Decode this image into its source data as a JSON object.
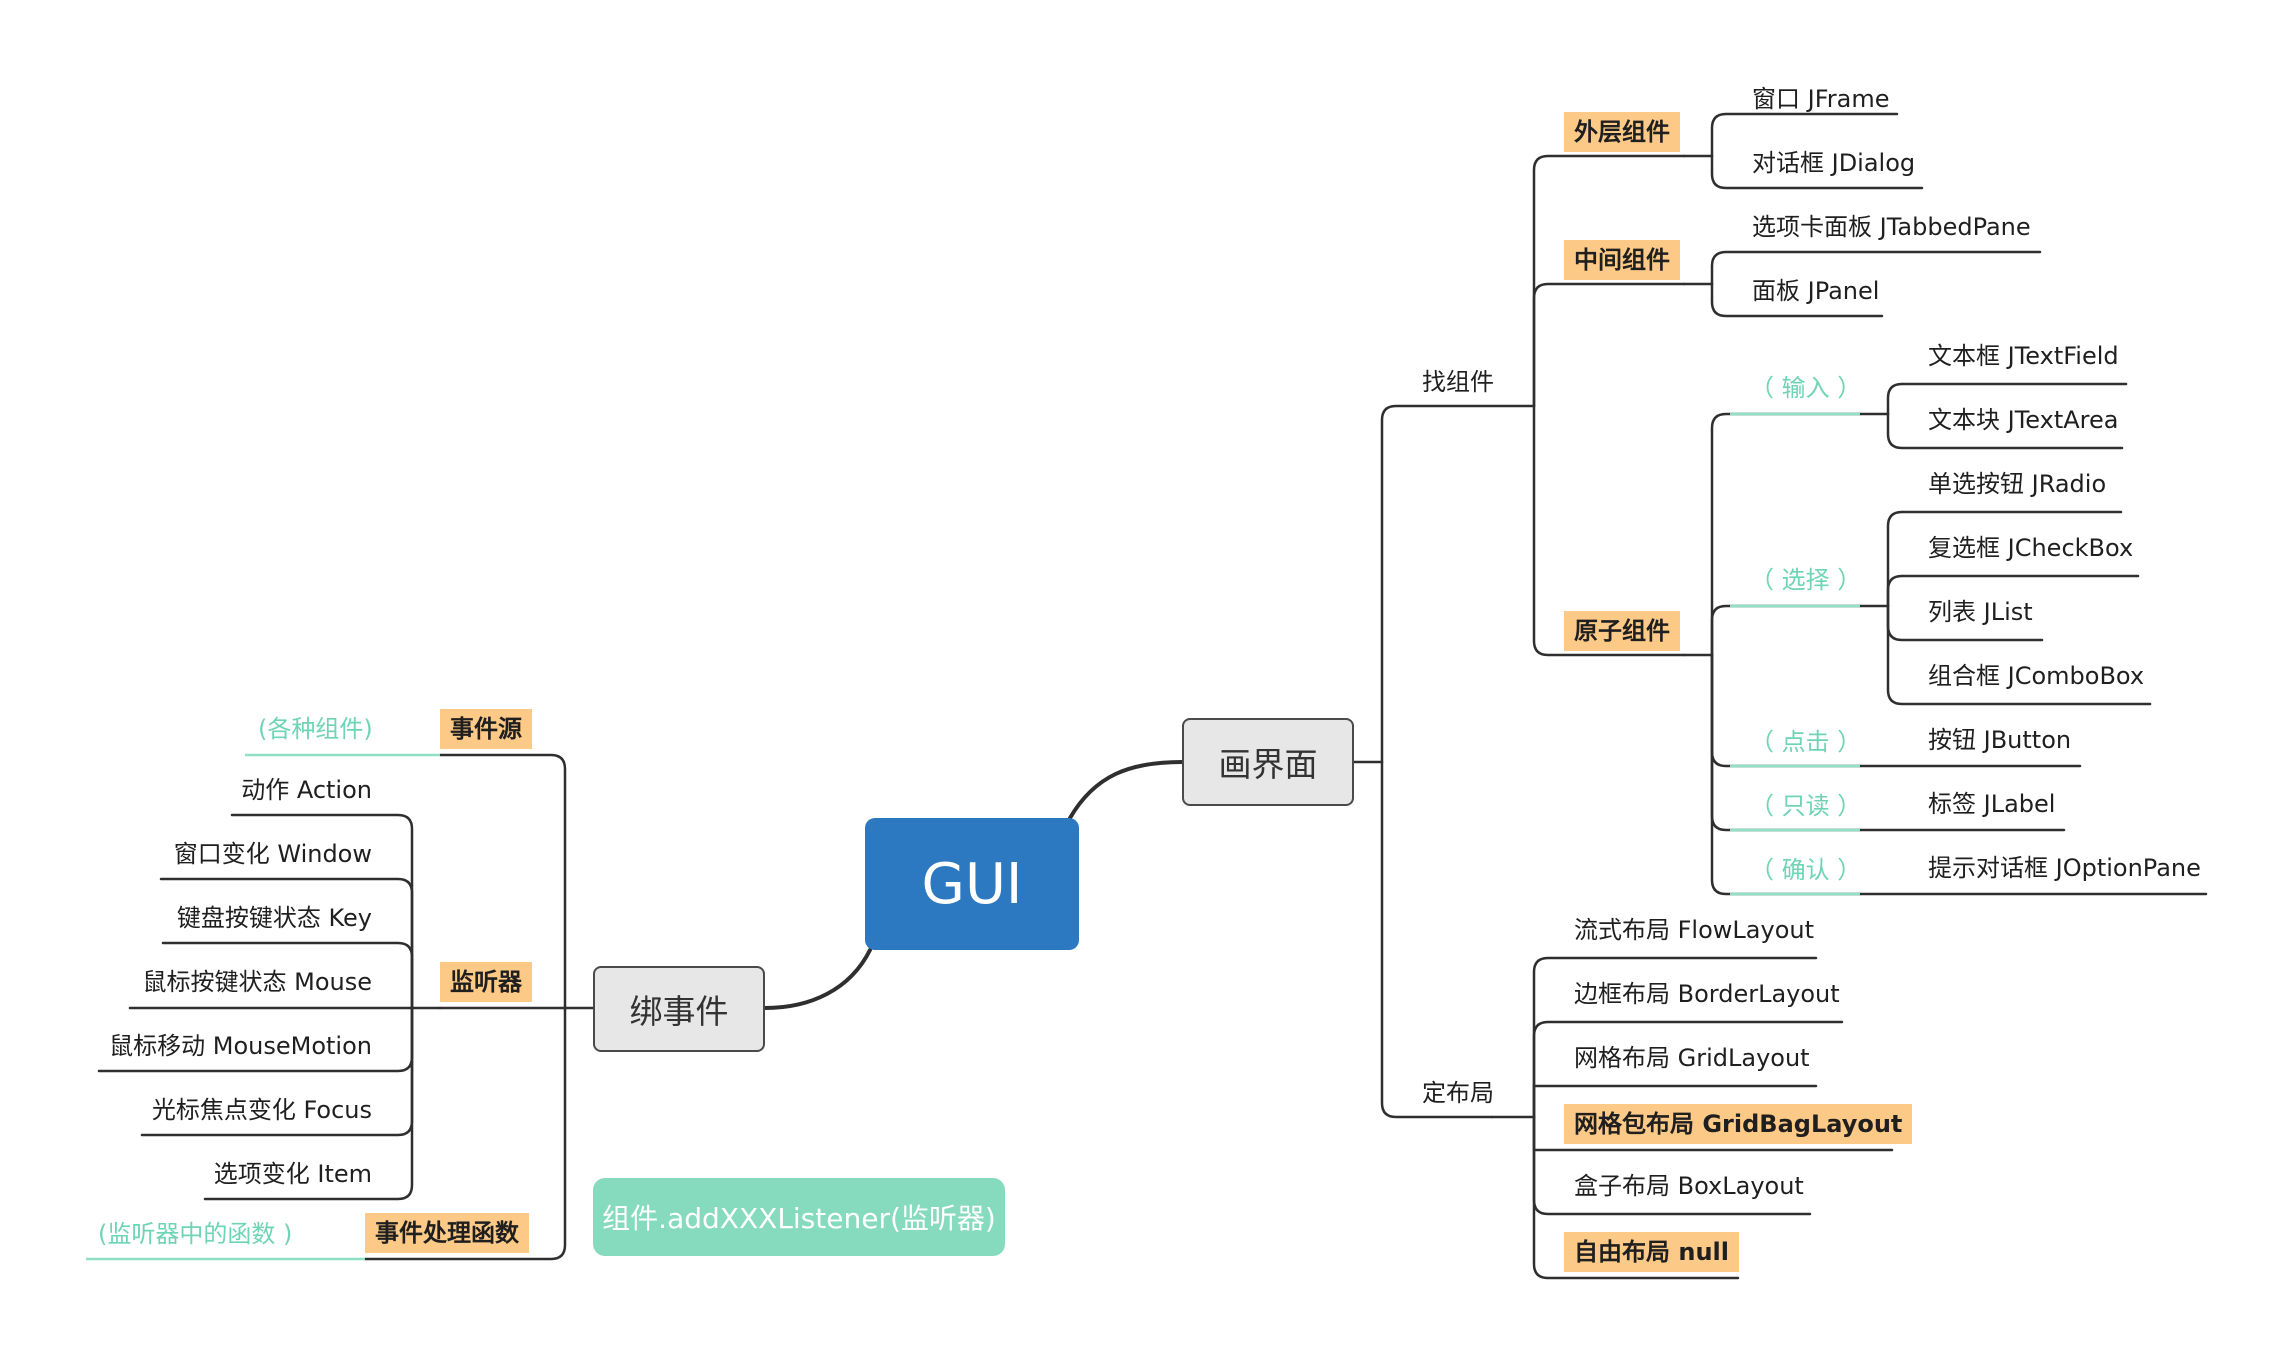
{
  "root": "GUI",
  "topics": {
    "draw": "画界面",
    "bind": "绑事件"
  },
  "note": "组件.addXXXListener(监听器)",
  "find": {
    "label": "找组件",
    "outer": {
      "label": "外层组件",
      "items": [
        "窗口 JFrame",
        "对话框 JDialog"
      ]
    },
    "middle": {
      "label": "中间组件",
      "items": [
        "选项卡面板 JTabbedPane",
        "面板 JPanel"
      ]
    },
    "atomic": {
      "label": "原子组件",
      "groups": [
        {
          "label": "（ 输入 ）",
          "items": [
            "文本框 JTextField",
            "文本块 JTextArea"
          ]
        },
        {
          "label": "（ 选择 ）",
          "items": [
            "单选按钮  JRadio",
            "复选框 JCheckBox",
            "列表 JList",
            "组合框 JComboBox"
          ]
        },
        {
          "label": "（ 点击 ）",
          "items": [
            "按钮 JButton"
          ]
        },
        {
          "label": "（ 只读 ）",
          "items": [
            "标签 JLabel"
          ]
        },
        {
          "label": "（ 确认 ）",
          "items": [
            "提示对话框 JOptionPane"
          ]
        }
      ]
    }
  },
  "layout": {
    "label": "定布局",
    "items": [
      "流式布局 FlowLayout",
      "边框布局 BorderLayout",
      "网格布局 GridLayout",
      "网格包布局 GridBagLayout",
      "盒子布局 BoxLayout",
      "自由布局 null"
    ]
  },
  "events": {
    "source": {
      "label": "事件源",
      "detail": "(各种组件)"
    },
    "listener": {
      "label": "监听器",
      "items": [
        "动作 Action",
        "窗口变化 Window",
        "键盘按键状态 Key",
        "鼠标按键状态 Mouse",
        "鼠标移动 MouseMotion",
        "光标焦点变化 Focus",
        "选项变化 Item"
      ]
    },
    "handler": {
      "label": "事件处理函数",
      "detail": "(监听器中的函数 )"
    }
  },
  "colors": {
    "root": "#2c79c1",
    "highlight": "#fdc987",
    "teal": "#6fd4b5",
    "note": "#86dbbf",
    "line": "#333333"
  }
}
